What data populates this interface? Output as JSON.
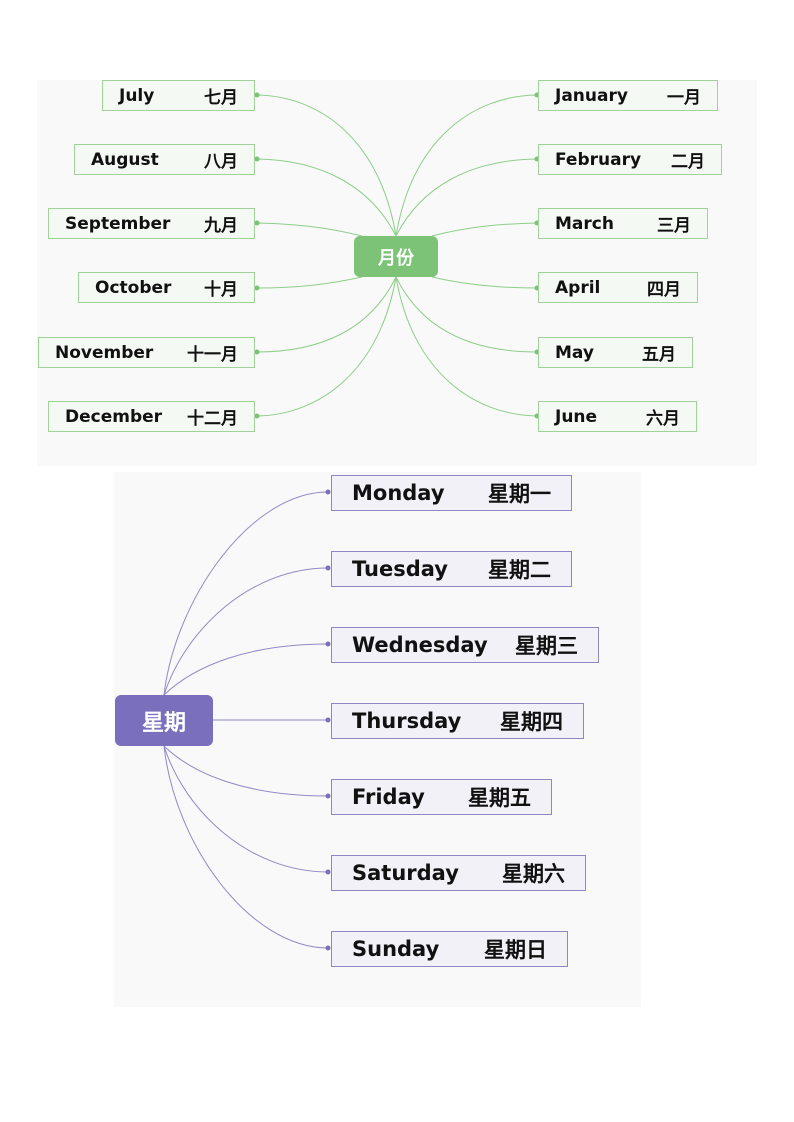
{
  "months": {
    "center_label": "月份",
    "left": [
      {
        "en": "July",
        "zh": "七月"
      },
      {
        "en": "August",
        "zh": "八月"
      },
      {
        "en": "September",
        "zh": "九月"
      },
      {
        "en": "October",
        "zh": "十月"
      },
      {
        "en": "November",
        "zh": "十一月"
      },
      {
        "en": "December",
        "zh": "十二月"
      }
    ],
    "right": [
      {
        "en": "January",
        "zh": "一月"
      },
      {
        "en": "February",
        "zh": "二月"
      },
      {
        "en": "March",
        "zh": "三月"
      },
      {
        "en": "April",
        "zh": "四月"
      },
      {
        "en": "May",
        "zh": "五月"
      },
      {
        "en": "June",
        "zh": "六月"
      }
    ],
    "color": "#7cc377"
  },
  "weeks": {
    "center_label": "星期",
    "days": [
      {
        "en": "Monday",
        "zh": "星期一"
      },
      {
        "en": "Tuesday",
        "zh": "星期二"
      },
      {
        "en": "Wednesday",
        "zh": "星期三"
      },
      {
        "en": "Thursday",
        "zh": "星期四"
      },
      {
        "en": "Friday",
        "zh": "星期五"
      },
      {
        "en": "Saturday",
        "zh": "星期六"
      },
      {
        "en": "Sunday",
        "zh": "星期日"
      }
    ],
    "color": "#7a6fbd"
  }
}
